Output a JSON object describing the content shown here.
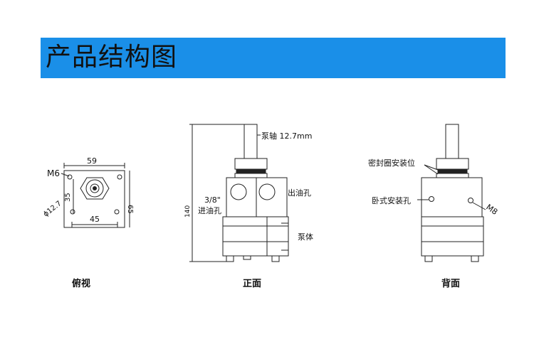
{
  "header": {
    "title": "产品结构图"
  },
  "views": {
    "top": {
      "caption": "俯视",
      "width_dim": "59",
      "inner_dim": "45",
      "side_dim_left": "35",
      "side_dim_right": "65",
      "thread_label": "M6",
      "diameter_label": "ϕ12.7"
    },
    "front": {
      "caption": "正面",
      "shaft_label": "泵轴 12.7mm",
      "inlet_size": "3/8\"",
      "inlet_label": "进油孔",
      "outlet_label": "出油孔",
      "body_label": "泵体",
      "height_dim": "140"
    },
    "back": {
      "caption": "背面",
      "seal_label": "密封圈安装位",
      "mount_label": "卧式安装孔",
      "thread_label": "M8"
    }
  }
}
